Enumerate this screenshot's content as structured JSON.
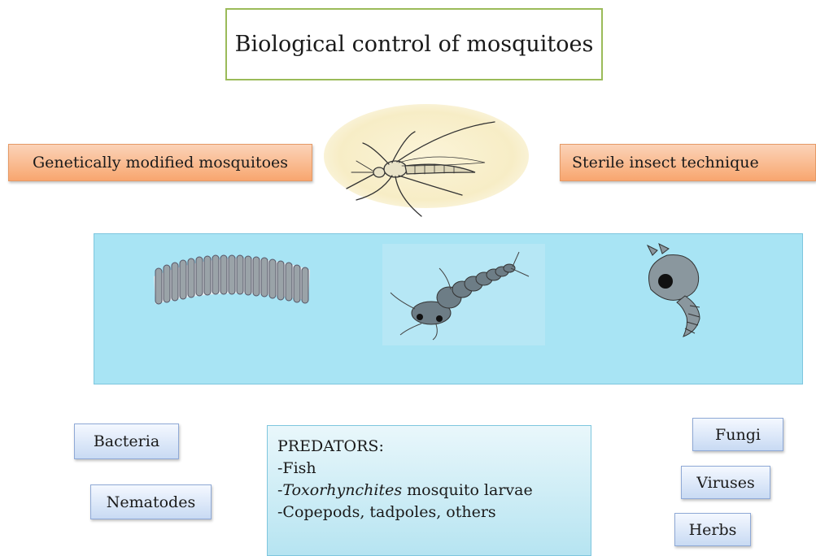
{
  "title": "Biological control of mosquitoes",
  "methods": {
    "genetically_modified": "Genetically modified mosquitoes",
    "sterile_insect": "Sterile insect technique"
  },
  "agents": {
    "bacteria": "Bacteria",
    "nematodes": "Nematodes",
    "fungi": "Fungi",
    "viruses": "Viruses",
    "herbs": "Herbs"
  },
  "predators": {
    "heading": "PREDATORS:",
    "fish": "-Fish",
    "toxo_prefix": "-",
    "toxo_genus": "Toxorhynchites",
    "toxo_rest": " mosquito larvae",
    "others": "-Copepods, tadpoles, others"
  },
  "colors": {
    "title_border": "#9bbb59",
    "method_box": "#f8a66f",
    "water": "#a8e4f4",
    "agent_box": "#c8daf3"
  },
  "illustrations": [
    "adult-mosquito-illustration",
    "egg-raft-illustration",
    "larva-illustration",
    "pupa-illustration"
  ]
}
